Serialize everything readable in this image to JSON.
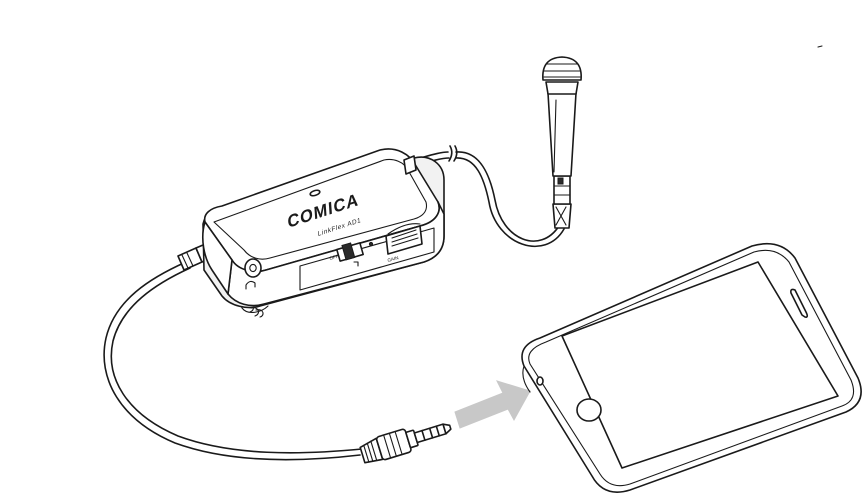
{
  "device": {
    "brand": "COMICA",
    "model": "LinkFlex AD1",
    "switch_label": "OFF",
    "dial_label": "GAIN"
  },
  "colors": {
    "line": "#1a1a1a",
    "arrow": "#c8c8c8",
    "background": "#ffffff"
  },
  "icons": [
    "microphone",
    "audio-adapter",
    "smartphone",
    "trrs-plug",
    "arrow"
  ]
}
